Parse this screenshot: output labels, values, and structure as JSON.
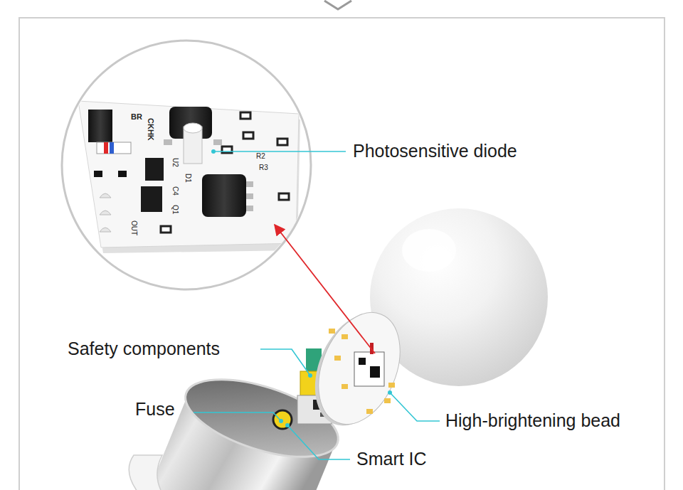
{
  "diagram": {
    "labels": [
      "BR",
      "CKHK",
      "R2",
      "R3",
      "U2",
      "D1",
      "C4",
      "Q1",
      "OUT",
      "Photosensitive diode",
      "Safety components",
      "Fuse",
      "High-brightening bead",
      "Smart IC"
    ]
  }
}
